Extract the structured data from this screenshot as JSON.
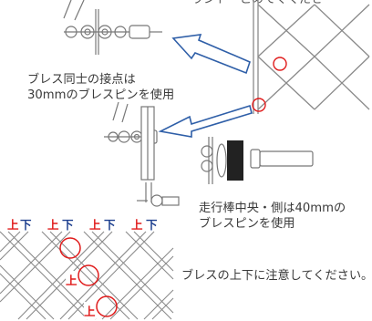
{
  "top_cut_text": "ラント・とめてぐくださ",
  "note_brace_pin": [
    "ブレス同士の接点は",
    "30mmのブレスピンを使用"
  ],
  "note_runner_pin": [
    "走行棒中央・側は40mmの",
    "ブレスピンを使用"
  ],
  "note_brace_updown": "ブレスの上下に注意してください。",
  "updown_row": [
    {
      "text": "上",
      "color": "red"
    },
    {
      "text": "下",
      "color": "blue"
    },
    {
      "text": "上",
      "color": "red"
    },
    {
      "text": "下",
      "color": "blue"
    },
    {
      "text": "上",
      "color": "red"
    },
    {
      "text": "下",
      "color": "blue"
    },
    {
      "text": "上",
      "color": "red"
    },
    {
      "text": "下",
      "color": "blue"
    }
  ],
  "inner_up_labels": [
    "上",
    "上"
  ],
  "colors": {
    "red": "#e01b1b",
    "blue": "#1d3f8f",
    "line": "#7a7a7a",
    "arrow": "#2f5fa8"
  }
}
